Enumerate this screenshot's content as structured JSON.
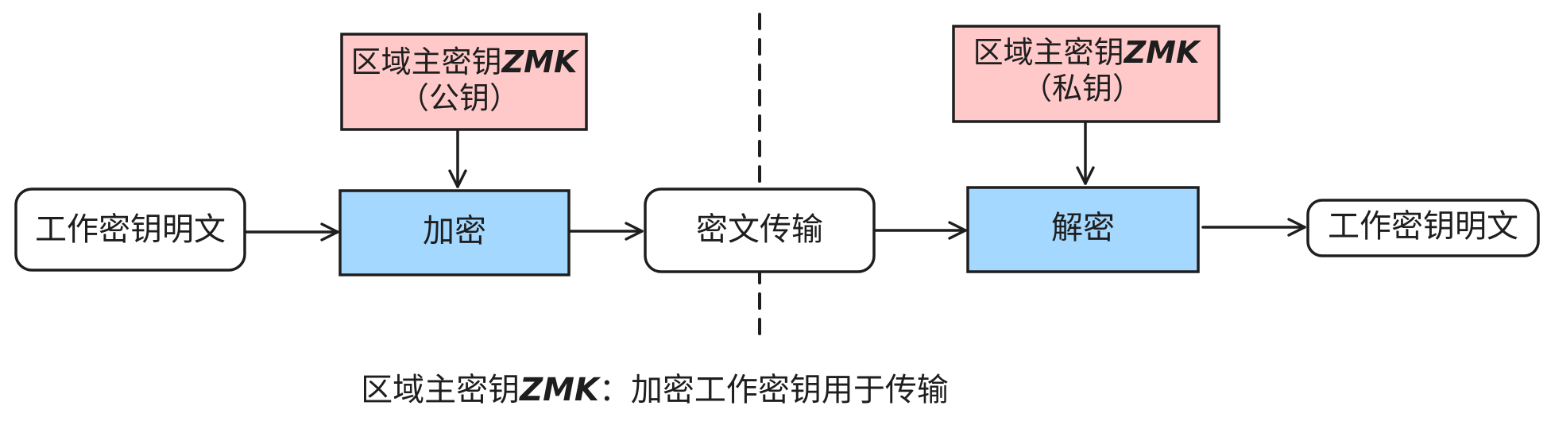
{
  "nodes": {
    "plaintext_in": {
      "label": "工作密钥明文"
    },
    "encrypt": {
      "label": "加密",
      "fill": "#a5d8ff"
    },
    "ciphertext": {
      "label": "密文传输"
    },
    "decrypt": {
      "label": "解密",
      "fill": "#a5d8ff"
    },
    "plaintext_out": {
      "label": "工作密钥明文"
    },
    "zmk_public": {
      "label_prefix": "区域主密钥",
      "label_zmk": "ZMK",
      "label_line2": "（公钥）",
      "fill": "#ffc9c9"
    },
    "zmk_private": {
      "label_prefix": "区域主密钥",
      "label_zmk": "ZMK",
      "label_line2": "（私钥）",
      "fill": "#ffc9c9"
    }
  },
  "caption": {
    "prefix": "区域主密钥",
    "zmk": "ZMK",
    "suffix": "：加密工作密钥用于传输"
  },
  "colors": {
    "stroke": "#1e1e1e",
    "blue_box": "#a5d8ff",
    "pink_box": "#ffc9c9"
  }
}
